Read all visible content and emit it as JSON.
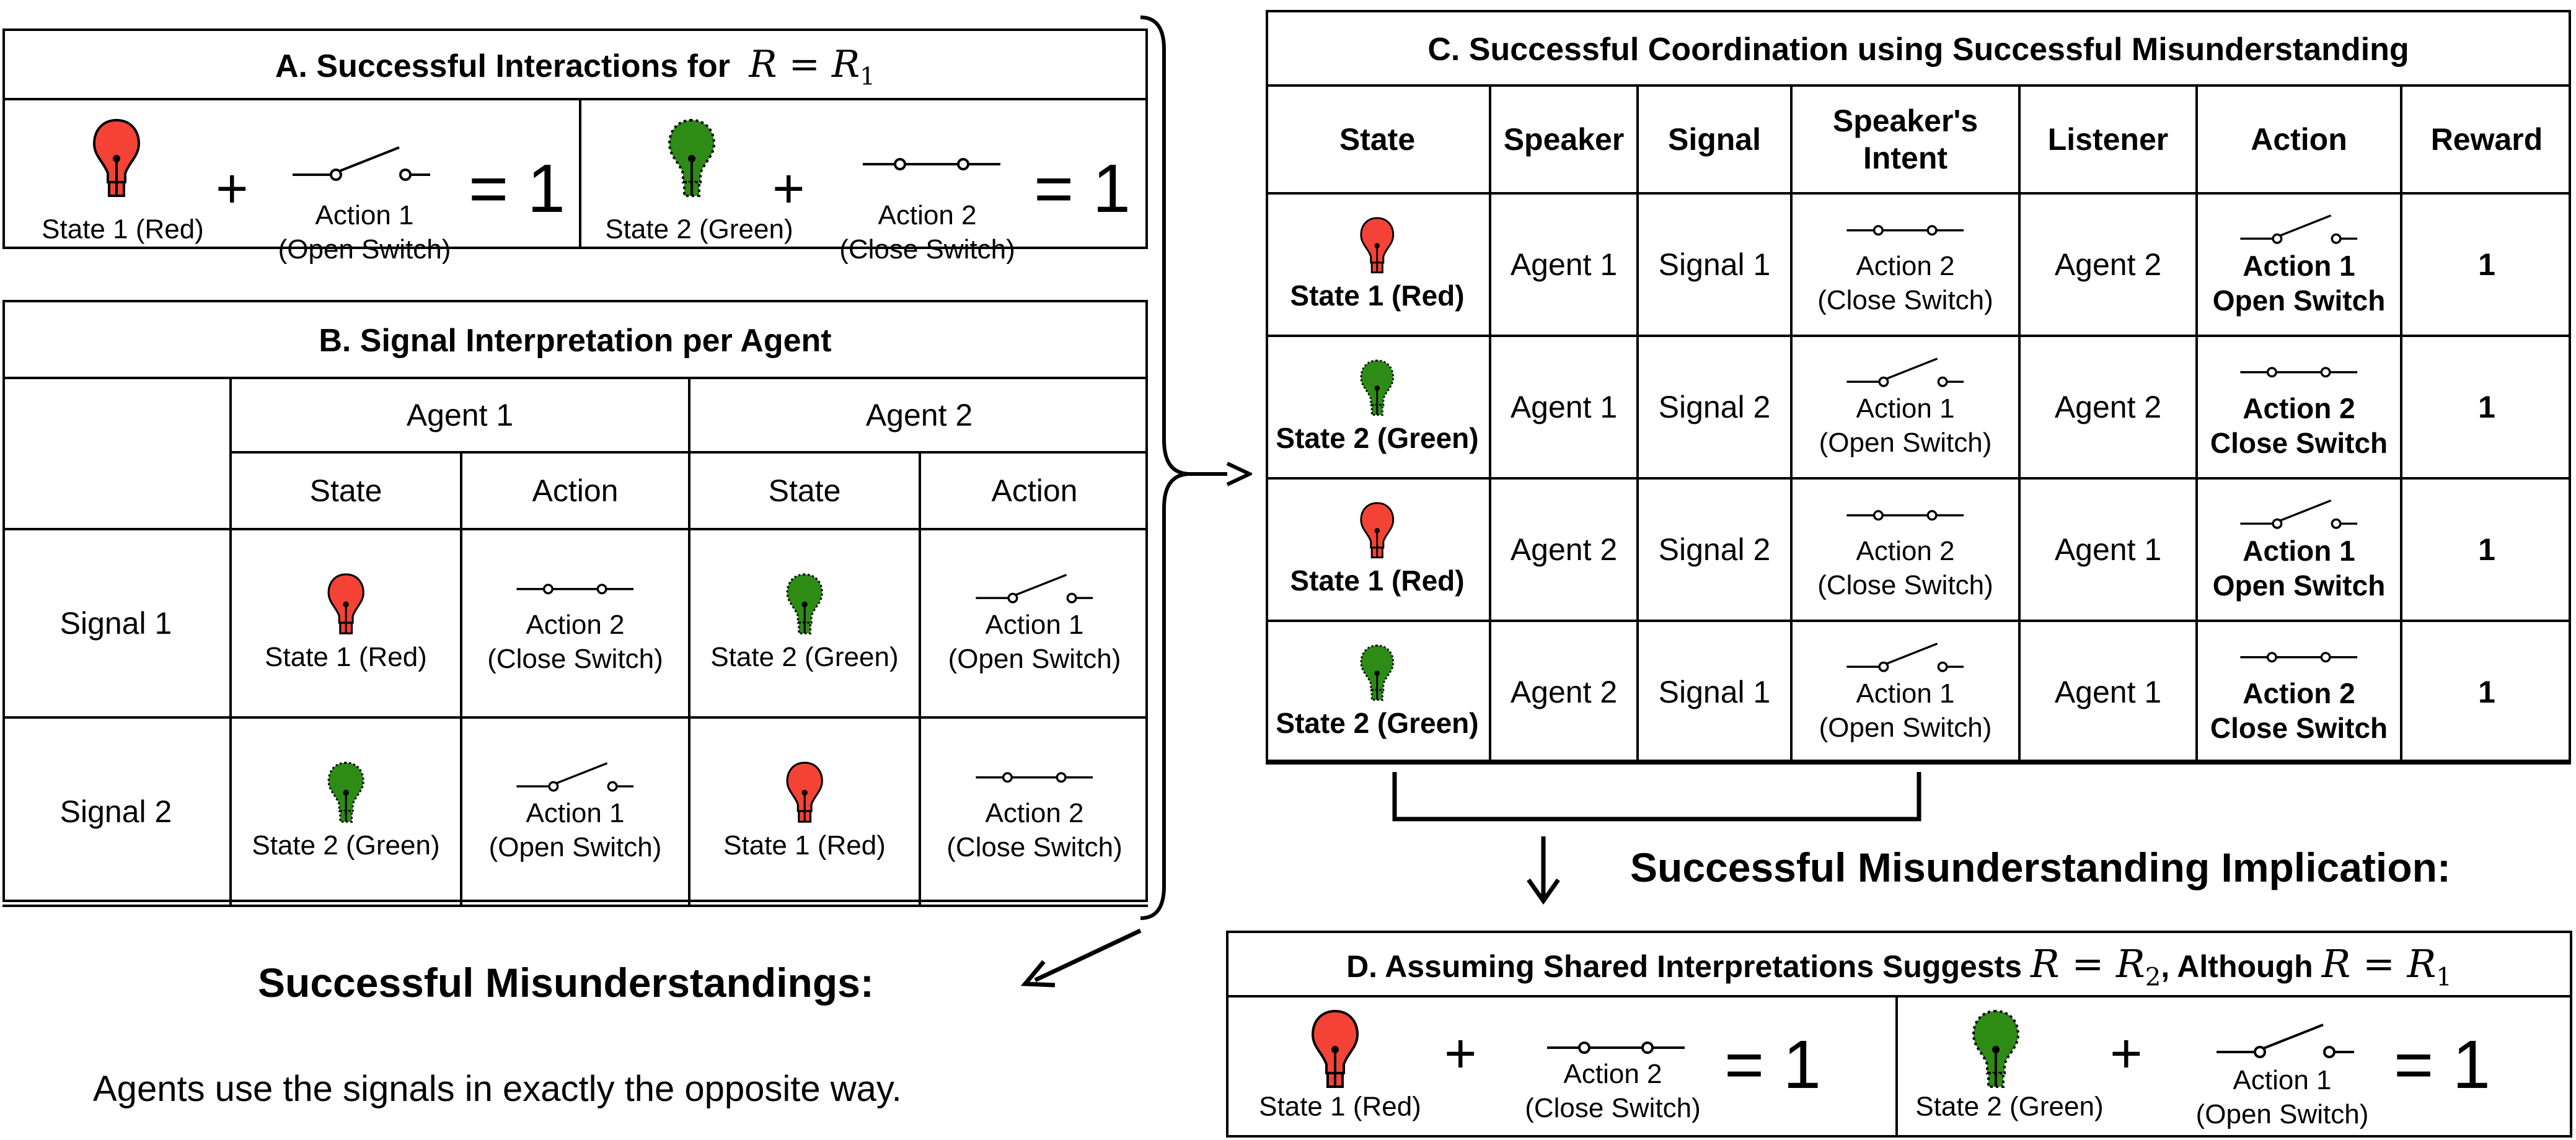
{
  "panel_a": {
    "title": "A. Successful Interactions for",
    "title_math": "R = R",
    "title_math_sub": "1",
    "left": {
      "state": "State 1 (Red)",
      "action_line1": "Action 1",
      "action_line2": "(Open Switch)",
      "result": "= 1"
    },
    "right": {
      "state": "State 2 (Green)",
      "action_line1": "Action 2",
      "action_line2": "(Close Switch)",
      "result": "= 1"
    },
    "plus": "+"
  },
  "panel_b": {
    "title": "B. Signal Interpretation per Agent",
    "agent_headers": [
      "Agent 1",
      "Agent 2"
    ],
    "sub_headers": [
      "State",
      "Action",
      "State",
      "Action"
    ],
    "rows": [
      {
        "signal": "Signal 1",
        "cells": [
          {
            "kind": "state",
            "color": "red",
            "label": "State 1 (Red)"
          },
          {
            "kind": "action",
            "switch": "closed",
            "line1": "Action 2",
            "line2": "(Close Switch)"
          },
          {
            "kind": "state",
            "color": "green",
            "label": "State 2 (Green)"
          },
          {
            "kind": "action",
            "switch": "open",
            "line1": "Action 1",
            "line2": "(Open Switch)"
          }
        ]
      },
      {
        "signal": "Signal 2",
        "cells": [
          {
            "kind": "state",
            "color": "green",
            "label": "State 2 (Green)"
          },
          {
            "kind": "action",
            "switch": "open",
            "line1": "Action 1",
            "line2": "(Open Switch)"
          },
          {
            "kind": "state",
            "color": "red",
            "label": "State 1 (Red)"
          },
          {
            "kind": "action",
            "switch": "closed",
            "line1": "Action 2",
            "line2": "(Close Switch)"
          }
        ]
      }
    ]
  },
  "panel_c": {
    "title": "C. Successful Coordination using Successful Misunderstanding",
    "headers": [
      "State",
      "Speaker",
      "Signal",
      "Speaker's\nIntent",
      "Listener",
      "Action",
      "Reward"
    ],
    "rows": [
      {
        "state_color": "red",
        "state_label": "State 1 (Red)",
        "speaker": "Agent 1",
        "signal": "Signal 1",
        "intent_switch": "closed",
        "intent_line1": "Action 2",
        "intent_line2": "(Close Switch)",
        "listener": "Agent 2",
        "action_switch": "open",
        "action_line1": "Action 1",
        "action_line2": "Open Switch",
        "reward": "1"
      },
      {
        "state_color": "green",
        "state_label": "State 2 (Green)",
        "speaker": "Agent 1",
        "signal": "Signal 2",
        "intent_switch": "open",
        "intent_line1": "Action 1",
        "intent_line2": "(Open Switch)",
        "listener": "Agent 2",
        "action_switch": "closed",
        "action_line1": "Action 2",
        "action_line2": "Close Switch",
        "reward": "1"
      },
      {
        "state_color": "red",
        "state_label": "State 1 (Red)",
        "speaker": "Agent 2",
        "signal": "Signal 2",
        "intent_switch": "closed",
        "intent_line1": "Action 2",
        "intent_line2": "(Close Switch)",
        "listener": "Agent 1",
        "action_switch": "open",
        "action_line1": "Action 1",
        "action_line2": "Open Switch",
        "reward": "1"
      },
      {
        "state_color": "green",
        "state_label": "State 2 (Green)",
        "speaker": "Agent 2",
        "signal": "Signal 1",
        "intent_switch": "open",
        "intent_line1": "Action 1",
        "intent_line2": "(Open Switch)",
        "listener": "Agent 1",
        "action_switch": "closed",
        "action_line1": "Action 2",
        "action_line2": "Close Switch",
        "reward": "1"
      }
    ]
  },
  "panel_d": {
    "title_part1": "D. Assuming Shared Interpretations Suggests",
    "title_math1": "R = R",
    "title_math1_sub": "2",
    "title_part2": ", Although",
    "title_math2": "R = R",
    "title_math2_sub": "1",
    "left": {
      "state": "State 1 (Red)",
      "action_line1": "Action 2",
      "action_line2": "(Close Switch)",
      "result": "= 1"
    },
    "right": {
      "state": "State 2 (Green)",
      "action_line1": "Action 1",
      "action_line2": "(Open Switch)",
      "result": "= 1"
    },
    "plus": "+"
  },
  "misunderstandings": {
    "heading": "Successful Misunderstandings:",
    "text": "Agents use the signals in exactly the opposite way."
  },
  "implication": {
    "heading": "Successful Misunderstanding Implication:"
  },
  "colors": {
    "red": "#f44336",
    "green": "#2e8b16",
    "line": "#000000"
  }
}
